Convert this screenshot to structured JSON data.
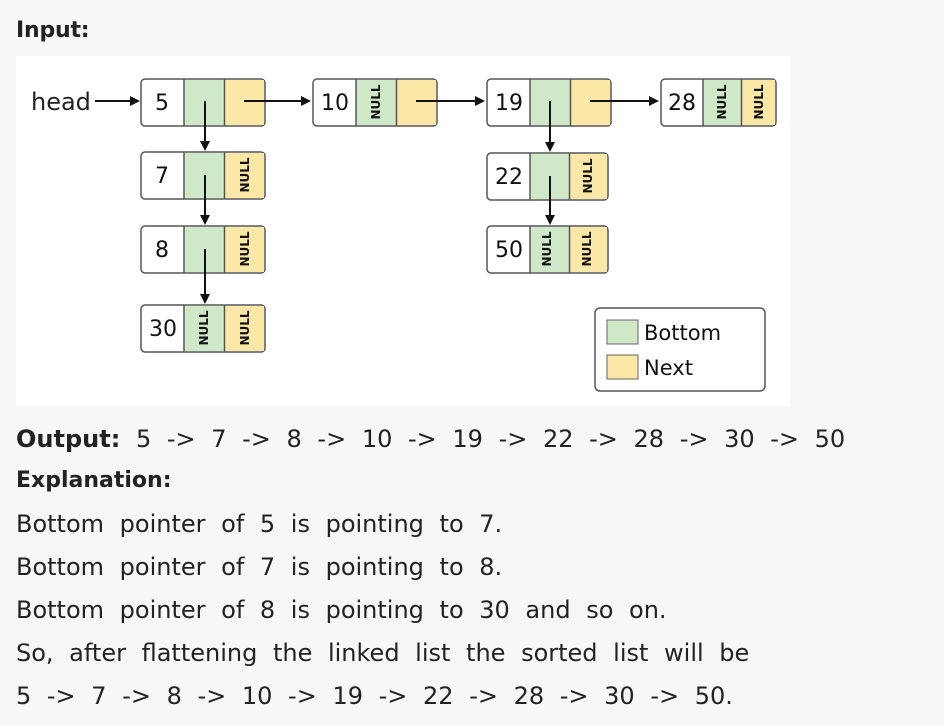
{
  "input_label": "Input:",
  "diagram": {
    "head_label": "head",
    "null_text": "NULL",
    "legend": {
      "bottom": "Bottom",
      "next": "Next",
      "bottom_color": "#cfe8c8",
      "next_color": "#fbe8a6"
    },
    "nodes": {
      "n5": "5",
      "n7": "7",
      "n8": "8",
      "n30": "30",
      "n10": "10",
      "n19": "19",
      "n22": "22",
      "n50": "50",
      "n28": "28"
    }
  },
  "output": {
    "label": "Output:",
    "value": "5 -> 7 -> 8 -> 10 -> 19 -> 22 -> 28 -> 30 -> 50"
  },
  "explanation": {
    "label": "Explanation:",
    "lines": [
      "Bottom pointer of 5 is pointing to 7.",
      "Bottom pointer of 7 is pointing to 8.",
      "Bottom pointer of 8 is pointing to 30 and so on.",
      "So, after flattening the linked list the sorted list will be",
      "5 -> 7 -> 8 -> 10 -> 19 -> 22 -> 28 -> 30 -> 50."
    ]
  }
}
